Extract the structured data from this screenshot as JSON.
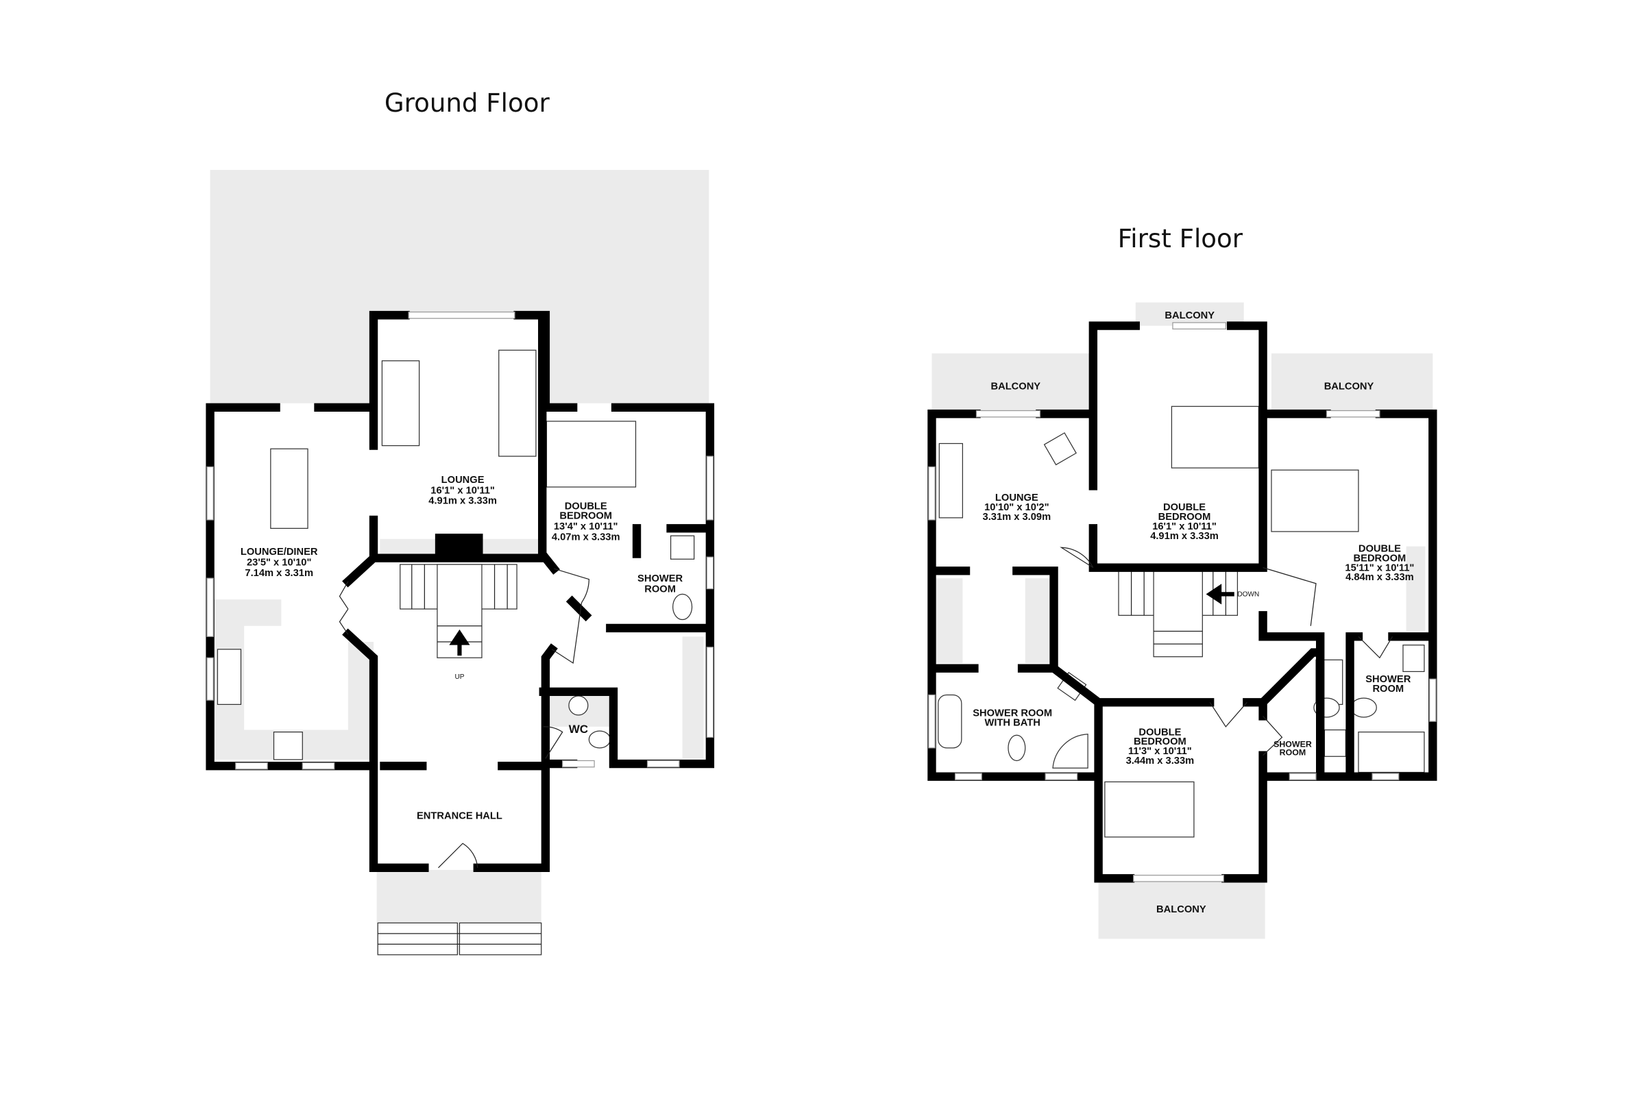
{
  "ground_floor": {
    "title": "Ground Floor",
    "rooms": [
      {
        "name": "LOUNGE/DINER",
        "imperial": "23'5\"  x 10'10\"",
        "metric": "7.14m  x 3.31m"
      },
      {
        "name": "LOUNGE",
        "imperial": "16'1\"  x 10'11\"",
        "metric": "4.91m  x 3.33m"
      },
      {
        "name": "DOUBLE",
        "name2": "BEDROOM",
        "imperial": "13'4\"  x 10'11\"",
        "metric": "4.07m  x 3.33m"
      },
      {
        "name": "SHOWER",
        "name2": "ROOM"
      },
      {
        "name": "WC"
      },
      {
        "name": "ENTRANCE HALL"
      }
    ],
    "stairs_label": "UP"
  },
  "first_floor": {
    "title": "First Floor",
    "rooms": [
      {
        "name": "LOUNGE",
        "imperial": "10'10\"  x 10'2\"",
        "metric": "3.31m  x 3.09m"
      },
      {
        "name": "DOUBLE",
        "name2": "BEDROOM",
        "imperial": "16'1\"  x 10'11\"",
        "metric": "4.91m  x 3.33m"
      },
      {
        "name": "DOUBLE",
        "name2": "BEDROOM",
        "imperial": "15'11\"  x 10'11\"",
        "metric": "4.84m  x 3.33m"
      },
      {
        "name": "SHOWER",
        "name2": "ROOM"
      },
      {
        "name": "SHOWER ROOM",
        "name2": "WITH BATH"
      },
      {
        "name": "DOUBLE",
        "name2": "BEDROOM",
        "imperial": "11'3\"  x 10'11\"",
        "metric": "3.44m  x 3.33m"
      },
      {
        "name": "SHOWER",
        "name2": "ROOM"
      }
    ],
    "balconies": [
      "BALCONY",
      "BALCONY",
      "BALCONY",
      "BALCONY"
    ],
    "stairs_label": "DOWN"
  }
}
